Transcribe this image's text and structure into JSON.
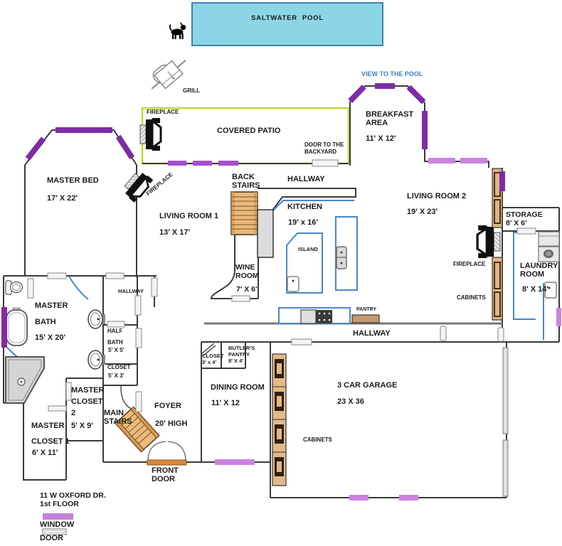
{
  "colors": {
    "wall": "#3a3a3a",
    "window_dark": "#7E2BA5",
    "window_mid": "#A44FD0",
    "window_light": "#CC82E2",
    "counter_blue": "#4A86C8",
    "patio_lime": "#BFD732",
    "pool_fill": "#8BD5E6",
    "pool_border": "#3D85A8",
    "wood": "#E9BA79",
    "cabinet": "#DFB584",
    "view_text": "#3F7FBE"
  },
  "icons": [
    "dog-icon",
    "grill-icon",
    "fireplace-icon",
    "toilet-icon",
    "bathtub-icon",
    "shower-icon",
    "vanity-sink-icon",
    "washer-icon",
    "dryer-icon",
    "stove-icon",
    "fridge-icon",
    "stairs-icon",
    "garage-door-icon"
  ],
  "pool": {
    "label": "SALTWATER  POOL"
  },
  "outdoor": {
    "grill": "GRILL",
    "view_to_pool": "VIEW TO THE POOL"
  },
  "patio": {
    "name": "COVERED PATIO",
    "fireplace": "FIREPLACE",
    "backyard_door": "DOOR TO THE\nBACKYARD"
  },
  "breakfast": {
    "name": "BREAKFAST\nAREA",
    "dims": "11' X 12'"
  },
  "hallways": {
    "upper": "HALLWAY",
    "main": "HALLWAY",
    "bath": "HALLWAY"
  },
  "stairs": {
    "back": "BACK\nSTAIRS",
    "main": "MAIN\nSTAIRS"
  },
  "living1": {
    "name": "LIVING ROOM 1",
    "dims": "13' X 17'"
  },
  "living2": {
    "name": "LIVING ROOM 2",
    "dims": "19' X 23'",
    "fireplace": "FIREPLACE",
    "cabinets": "CABINETS"
  },
  "kitchen": {
    "name": "KITCHEN",
    "dims": "19' x 16'",
    "island": "ISLAND",
    "pantry": "PANTRY"
  },
  "wine": {
    "name": "WINE\nROOM",
    "dims": "7' X 6'"
  },
  "storage": {
    "label": "STORAGE\n8' X 6'"
  },
  "laundry": {
    "name": "LAUNDRY\nROOM",
    "dims": "8' X 14'"
  },
  "butlers_pantry": {
    "label": "BUTLER'S\nPANTRY\n8' X 4'"
  },
  "closet_entry": {
    "label": "CLOSET\n3' x 4'"
  },
  "dining": {
    "name": "DINING ROOM",
    "dims": "11' X 12"
  },
  "garage": {
    "name": "3 CAR GARAGE",
    "dims": "23 X 36",
    "cabinets": "CABINETS"
  },
  "master_bed": {
    "name": "MASTER BED",
    "dims": "17' X 22'"
  },
  "master_bath": {
    "label": "MASTER\nBATH\n15' X 20'"
  },
  "half_bath": {
    "name": "HALF\nBATH",
    "dims": "5' X 5'"
  },
  "closet_hall": {
    "name": "CLOSET",
    "dims": "5' X 3'"
  },
  "master_closet2": {
    "name": "MASTER\nCLOSET\n2",
    "dims": "5' X 9'"
  },
  "master_closet1": {
    "name": "MASTER\nCLOSET 1",
    "dims": "6' X 11'"
  },
  "foyer": {
    "name": "FOYER",
    "height": "20' HIGH"
  },
  "front_door": {
    "label": "FRONT\nDOOR"
  },
  "fireplace_between": {
    "label": "FIREPLACE"
  },
  "legend": {
    "address": "11 W OXFORD DR.\n1st FLOOR",
    "window": "WINDOW",
    "door": "DOOR"
  }
}
